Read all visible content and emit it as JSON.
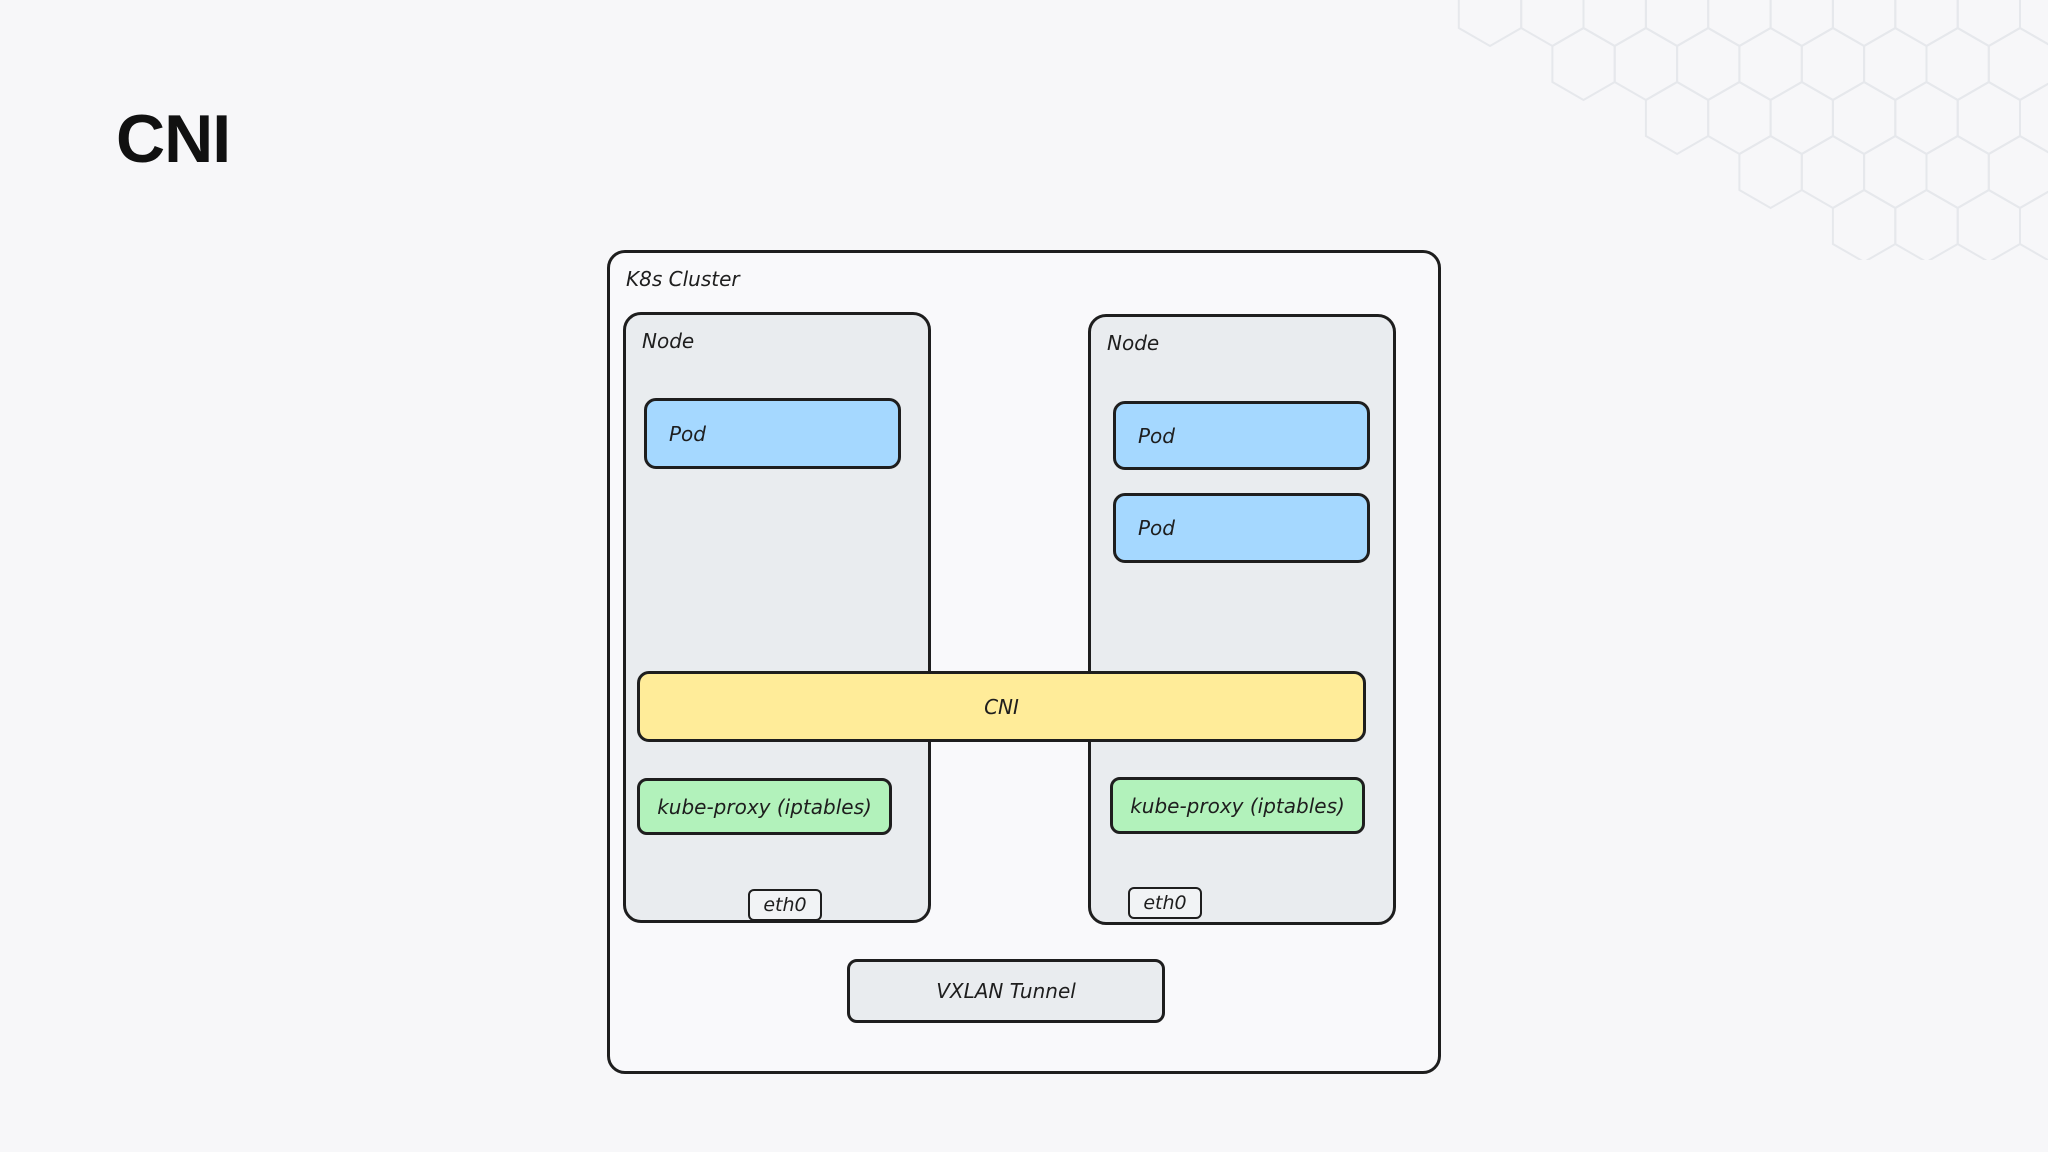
{
  "title": "CNI",
  "diagram": {
    "cluster_label": "K8s Cluster",
    "nodes": [
      {
        "label": "Node",
        "pods": [
          "Pod"
        ],
        "kube_proxy": "kube-proxy (iptables)",
        "nic": "eth0"
      },
      {
        "label": "Node",
        "pods": [
          "Pod",
          "Pod"
        ],
        "kube_proxy": "kube-proxy (iptables)",
        "nic": "eth0"
      }
    ],
    "cni_label": "CNI",
    "tunnel_label": "VXLAN Tunnel"
  },
  "colors": {
    "background": "#f7f7f9",
    "cluster_fill": "#f9f9fb",
    "node_fill": "#e9ecef",
    "pod_fill": "#a5d8ff",
    "cni_fill": "#ffec99",
    "kube_proxy_fill": "#b2f2bb",
    "stroke": "#1e1e1e",
    "hex_pattern": "#e6e8ec"
  }
}
